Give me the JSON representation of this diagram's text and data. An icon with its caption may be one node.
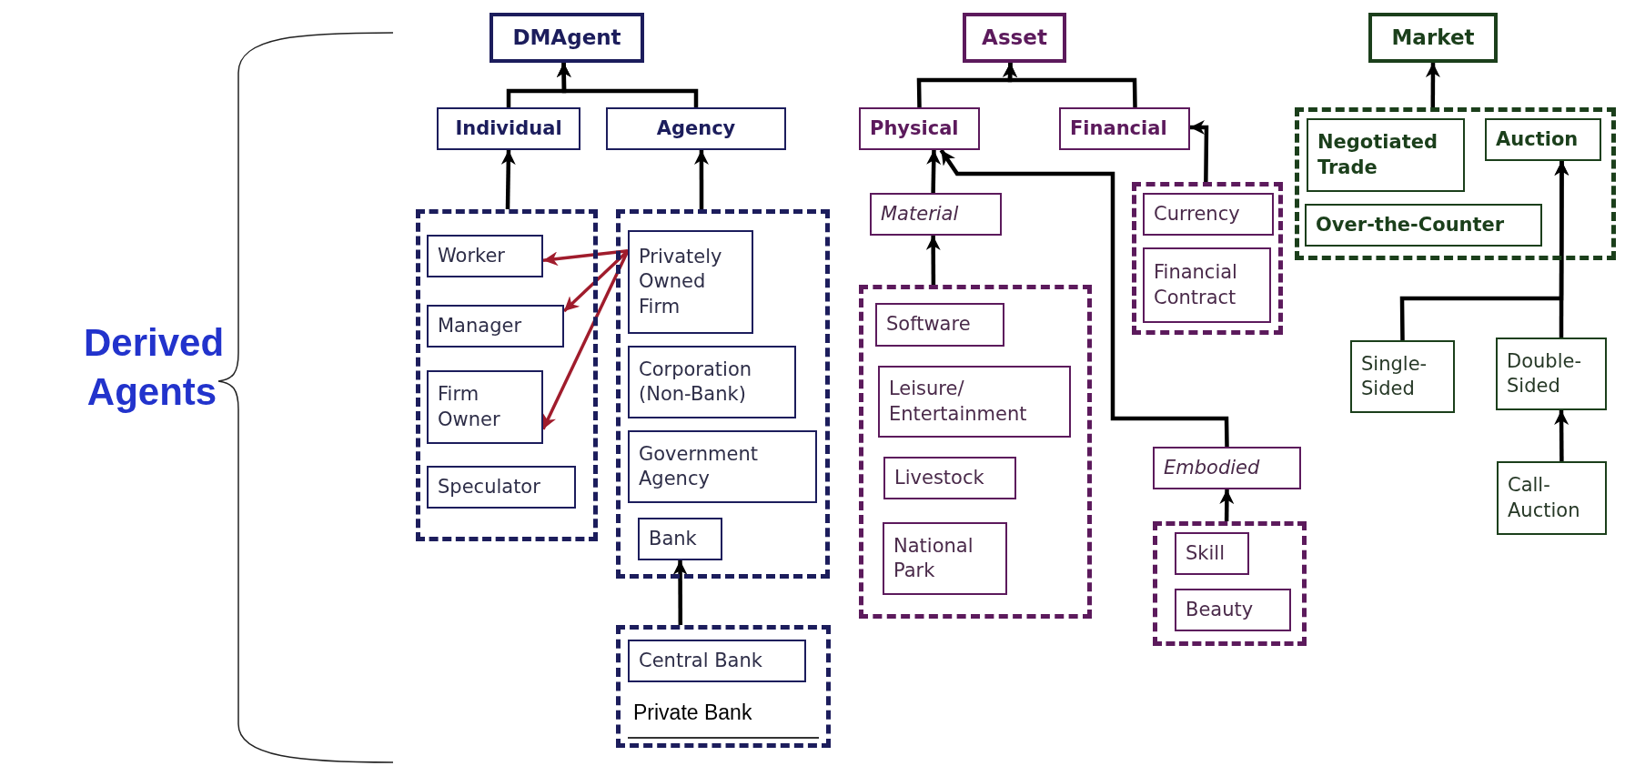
{
  "diagram": {
    "nodes": [
      {
        "text": [
          "DMAgent"
        ]
      },
      {
        "text": [
          "Individual"
        ]
      },
      {
        "text": [
          "Agency"
        ]
      },
      {
        "text": [],
        "shape": "box"
      },
      {
        "text": [
          "Worker"
        ],
        "in": 3
      },
      {
        "text": [
          "Manager"
        ],
        "in": 3
      },
      {
        "text": [
          "Firm Owner"
        ],
        "in": 3
      },
      {
        "text": [
          "Speculator"
        ],
        "in": 3
      },
      {
        "text": [],
        "shape": "box"
      },
      {
        "text": [
          "Privately Owned Firm"
        ],
        "in": 8
      },
      {
        "text": [
          "Corporation (Non-Bank)"
        ],
        "in": 8
      },
      {
        "text": [
          "Government Agency"
        ],
        "in": 8
      },
      {
        "text": [
          "Bank"
        ],
        "in": 8
      },
      {
        "text": [],
        "shape": "box"
      },
      {
        "text": [
          "Central Bank"
        ],
        "in": 13
      },
      {
        "text": [
          "Private Bank"
        ],
        "in": 13
      },
      {
        "text": [
          "Asset"
        ]
      },
      {
        "text": [
          "Physical"
        ]
      },
      {
        "text": [
          "Financial"
        ]
      },
      {
        "text": [
          "Material"
        ]
      },
      {
        "text": [],
        "shape": "box"
      },
      {
        "text": [
          "Software"
        ],
        "in": 20
      },
      {
        "text": [
          "Leisure/ Entertainment"
        ],
        "in": 20
      },
      {
        "text": [
          "Livestock"
        ],
        "in": 20
      },
      {
        "text": [
          "National Park"
        ],
        "in": 20
      },
      {
        "text": [],
        "shape": "box"
      },
      {
        "text": [
          "Currency"
        ],
        "in": 25
      },
      {
        "text": [
          "Financial Contract"
        ],
        "in": 25
      },
      {
        "text": [
          "Embodied"
        ]
      },
      {
        "text": [],
        "shape": "box"
      },
      {
        "text": [
          "Skill"
        ],
        "in": 29
      },
      {
        "text": [
          "Beauty"
        ],
        "in": 29
      },
      {
        "text": [
          "Market"
        ]
      },
      {
        "text": [],
        "shape": "box"
      },
      {
        "text": [
          "Negotiated Trade"
        ],
        "in": 33
      },
      {
        "text": [
          "Auction"
        ],
        "in": 33
      },
      {
        "text": [
          "Over-the-Counter"
        ],
        "in": 33
      },
      {
        "text": [
          "Single-Sided"
        ]
      },
      {
        "text": [
          "Double-Sided"
        ]
      },
      {
        "text": [
          "Call-Auction"
        ]
      }
    ],
    "edges": [
      {
        "from": 1,
        "to": 0,
        "arrow": "to"
      },
      {
        "from": 2,
        "to": 0,
        "arrow": "to"
      },
      {
        "from": 3,
        "to": 1,
        "arrow": "to"
      },
      {
        "from": 8,
        "to": 2,
        "arrow": "to"
      },
      {
        "from": 9,
        "to": 4,
        "arrow": "to",
        "color": "#a01c2c"
      },
      {
        "from": 9,
        "to": 5,
        "arrow": "to",
        "color": "#a01c2c"
      },
      {
        "from": 9,
        "to": 6,
        "arrow": "to",
        "color": "#a01c2c"
      },
      {
        "from": 13,
        "to": 12,
        "arrow": "to"
      },
      {
        "from": 17,
        "to": 16,
        "arrow": "to"
      },
      {
        "from": 18,
        "to": 16,
        "arrow": "to"
      },
      {
        "from": 19,
        "to": 17,
        "arrow": "to"
      },
      {
        "from": 20,
        "to": 19,
        "arrow": "to"
      },
      {
        "from": 28,
        "to": 17,
        "arrow": "to"
      },
      {
        "from": 29,
        "to": 28,
        "arrow": "to"
      },
      {
        "from": 25,
        "to": 18,
        "arrow": "to"
      },
      {
        "from": 33,
        "to": 32,
        "arrow": "to"
      },
      {
        "from": 37,
        "to": 35,
        "arrow": "to"
      },
      {
        "from": 38,
        "to": 35,
        "arrow": "to"
      },
      {
        "from": 39,
        "to": 38,
        "arrow": "to"
      }
    ],
    "labels": [
      "Derived Agents"
    ]
  }
}
